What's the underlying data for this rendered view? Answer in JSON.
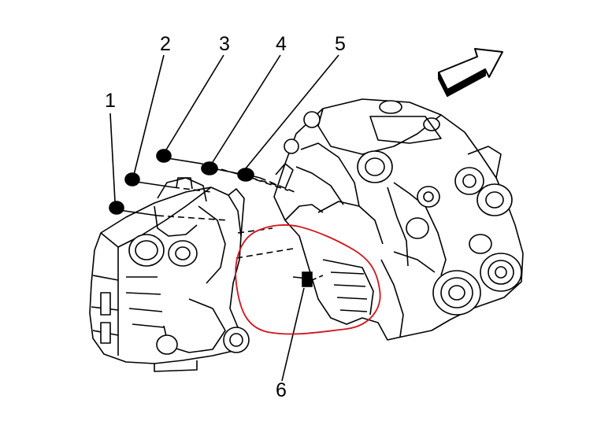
{
  "callouts": {
    "c1": "1",
    "c2": "2",
    "c3": "3",
    "c4": "4",
    "c5": "5",
    "c6": "6"
  },
  "colors": {
    "line": "#000000",
    "highlight": "#d0151b",
    "background": "#ffffff"
  },
  "icons": [
    "direction-arrow-icon"
  ]
}
